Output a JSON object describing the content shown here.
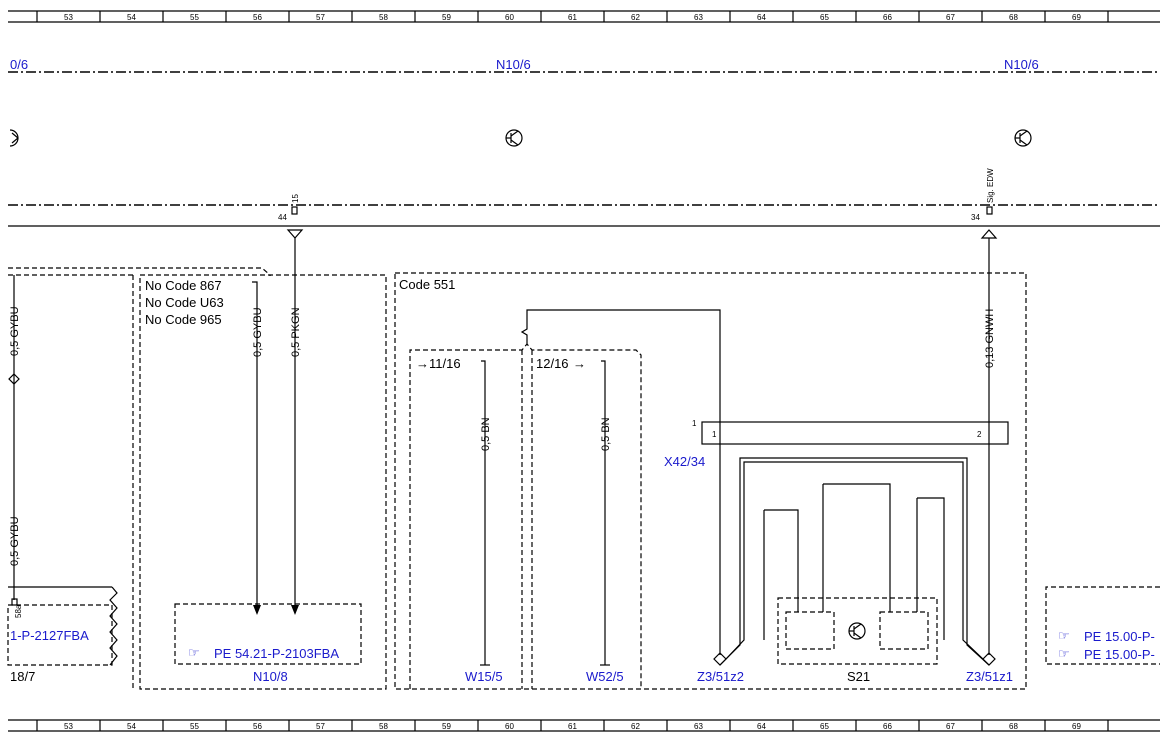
{
  "ruler": {
    "numbers": [
      "53",
      "54",
      "55",
      "56",
      "57",
      "58",
      "59",
      "60",
      "61",
      "62",
      "63",
      "64",
      "65",
      "66",
      "67",
      "68",
      "69"
    ]
  },
  "bus": {
    "label_left": "0/6",
    "label_mid": "N10/6",
    "label_right": "N10/6"
  },
  "pins": {
    "p44": "44",
    "p15": "15",
    "p34": "34",
    "sig": "Sig. EDW",
    "p58": "58a",
    "x1": "1",
    "x2": "2"
  },
  "wires": {
    "w_left_top": "0,5 GYBU",
    "w_left_bottom": "0,5 GYBU",
    "w_gybu": "0,5 GYBU",
    "w_pkgn": "0,5 PKGN",
    "w_bn1": "0,5 BN",
    "w_bn2": "0,5 BN",
    "w_gnwh": "0,13 GNWH"
  },
  "boxes": {
    "no_code": [
      "No Code 867",
      "No Code U63",
      "No Code 965"
    ],
    "code": "Code 551",
    "ref_11": "11/16",
    "ref_12": "12/16"
  },
  "components": {
    "left_ref": "1-P-2127FBA",
    "left_id": "18/7",
    "mid_ref": "PE 54.21-P-2103FBA",
    "mid_id": "N10/8",
    "w15": "W15/5",
    "w52": "W52/5",
    "x42": "X42/34",
    "z1": "Z3/51z2",
    "z2": "Z3/51z1",
    "s21": "S21",
    "right_ref1": "PE 15.00-P-",
    "right_ref2": "PE 15.00-P-"
  }
}
